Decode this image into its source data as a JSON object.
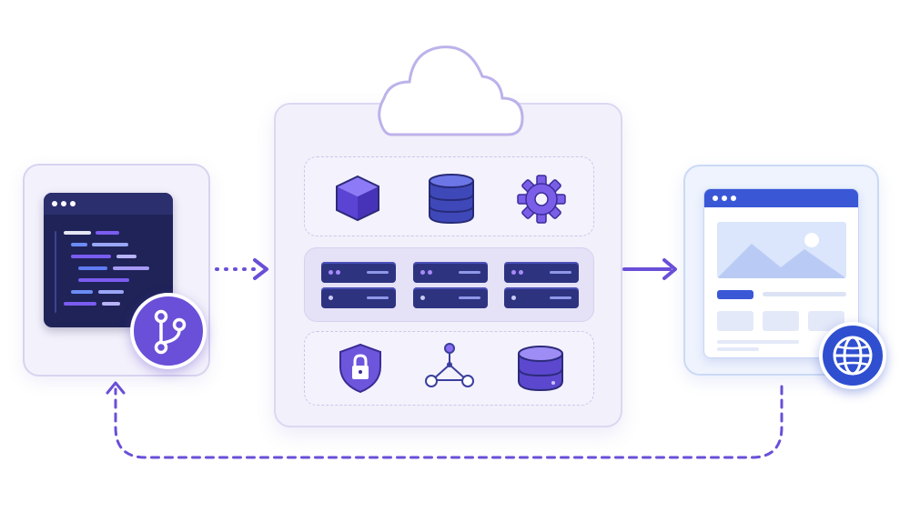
{
  "diagram": {
    "left_panel": {
      "window_icon": "code-editor-icon",
      "badge_icon": "git-branch-icon"
    },
    "center_panel": {
      "top_icon": "cloud-icon",
      "rows": [
        {
          "icons": [
            "cube-icon",
            "database-icon",
            "gear-icon"
          ]
        },
        {
          "icons": [
            "server-rack-icon",
            "server-rack-icon",
            "server-rack-icon"
          ]
        },
        {
          "icons": [
            "shield-lock-icon",
            "network-nodes-icon",
            "storage-disk-icon"
          ]
        }
      ]
    },
    "right_panel": {
      "window_icon": "browser-window-icon",
      "badge_icon": "globe-icon"
    },
    "connectors": [
      "dotted-arrow-left-to-center",
      "arrow-center-to-right",
      "dashed-feedback-arrow-right-to-left"
    ]
  },
  "colors": {
    "accent_purple": "#6a4fd8",
    "dark_navy": "#1f2358",
    "server_blue": "#2e3380",
    "browser_blue": "#3a57d6",
    "panel_bg": "#f2f0fb"
  }
}
